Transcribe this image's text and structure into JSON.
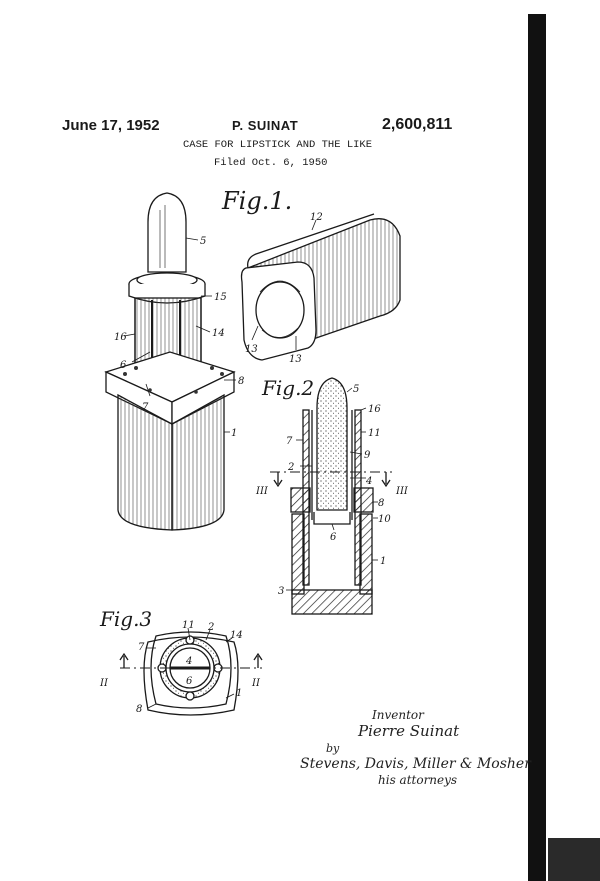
{
  "header": {
    "date": "June 17, 1952",
    "inventor": "P. SUINAT",
    "patent_number": "2,600,811",
    "title": "CASE FOR LIPSTICK AND THE LIKE",
    "filed": "Filed Oct. 6, 1950"
  },
  "figures": {
    "fig1_label": "Fig.1.",
    "fig2_label": "Fig.2",
    "fig3_label": "Fig.3"
  },
  "reference_numerals": {
    "fig1": [
      "5",
      "15",
      "16",
      "14",
      "6",
      "7",
      "8",
      "1",
      "12",
      "13",
      "13"
    ],
    "fig2": [
      "5",
      "16",
      "7",
      "11",
      "2",
      "9",
      "III",
      "4",
      "III",
      "8",
      "10",
      "6",
      "1",
      "3"
    ],
    "fig3": [
      "11",
      "2",
      "14",
      "7",
      "4",
      "6",
      "II",
      "II",
      "8",
      "1"
    ]
  },
  "signature": {
    "inventor_caption": "Inventor",
    "inventor_name": "Pierre Suinat",
    "by": "by",
    "attorneys": "Stevens, Davis, Miller & Mosher",
    "attorneys_caption": "his attorneys"
  }
}
